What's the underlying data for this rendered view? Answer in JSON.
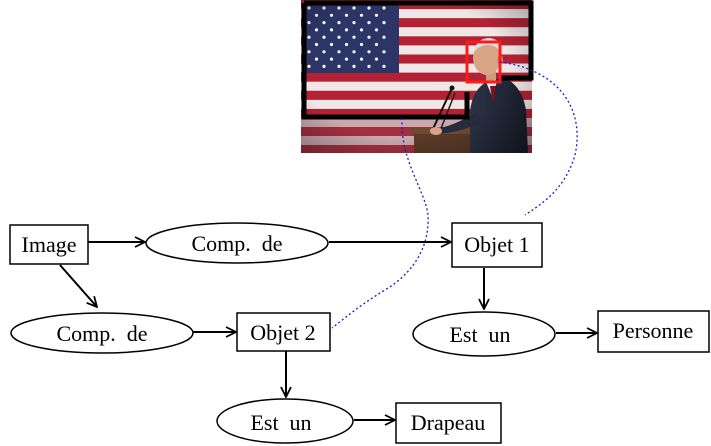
{
  "nodes": {
    "image": "Image",
    "comp_de_top": "Comp.  de",
    "objet1": "Objet 1",
    "comp_de_bottom": "Comp.  de",
    "objet2": "Objet 2",
    "est_un_right": "Est  un",
    "personne": "Personne",
    "est_un_bottom": "Est  un",
    "drapeau": "Drapeau"
  },
  "photo": {
    "subject": "speaker at podium in front of american flag",
    "flag_colors": [
      "#b22234",
      "#ffffff",
      "#3c3b6e"
    ],
    "region_box_colors": {
      "flag": "#000000",
      "person": "#ff0000"
    }
  },
  "connector_color": "#1a1ad6"
}
